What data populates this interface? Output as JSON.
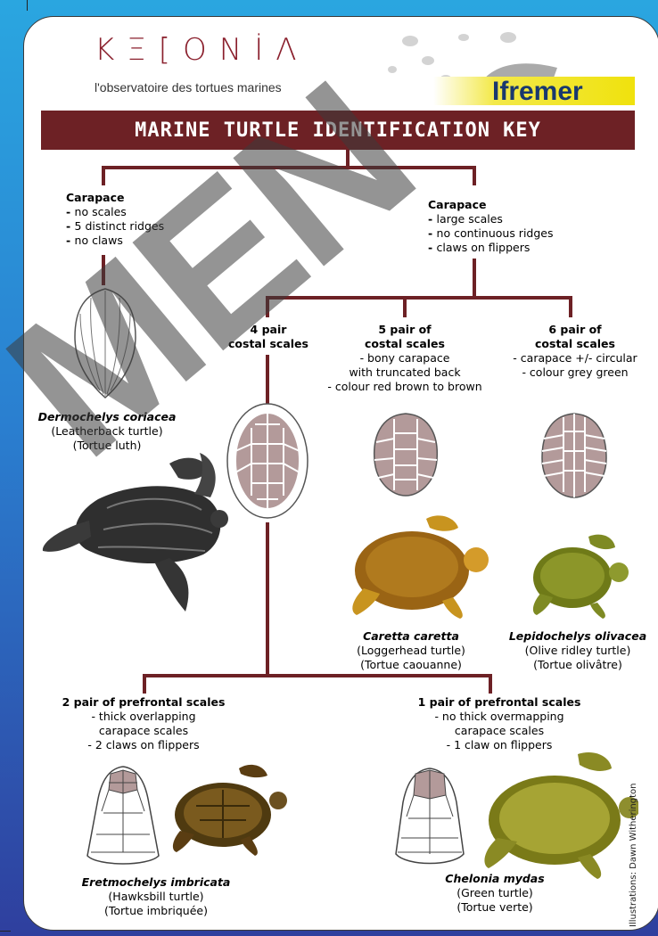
{
  "header": {
    "brand": "KΞ[ONİΛ",
    "brand_subtitle": "l'observatoire des tortues marines",
    "partner": "Ifremer",
    "title": "MARINE TURTLE IDENTIFICATION KEY"
  },
  "left_branch": {
    "heading": "Carapace",
    "items": [
      "no scales",
      "5 distinct ridges",
      "no claws"
    ],
    "species": "Dermochelys coriacea",
    "common_en": "(Leatherback turtle)",
    "common_fr": "(Tortue luth)"
  },
  "right_branch": {
    "heading": "Carapace",
    "items": [
      "large scales",
      "no continuous ridges",
      "claws on flippers"
    ]
  },
  "costal": {
    "four": {
      "title_line1": "4 pair",
      "title_line2": "costal scales"
    },
    "five": {
      "title_line1": "5 pair of",
      "title_line2": "costal scales",
      "desc1": "- bony carapace",
      "desc2": "with truncated back",
      "desc3": "- colour red brown to brown",
      "species": "Caretta caretta",
      "common_en": "(Loggerhead turtle)",
      "common_fr": "(Tortue caouanne)"
    },
    "six": {
      "title_line1": "6 pair of",
      "title_line2": "costal scales",
      "desc1": "- carapace +/- circular",
      "desc2": "- colour grey green",
      "species": "Lepidochelys olivacea",
      "common_en": "(Olive ridley turtle)",
      "common_fr": "(Tortue olivâtre)"
    }
  },
  "prefrontal": {
    "two": {
      "title": "2 pair of prefrontal scales",
      "desc1": "- thick overlapping",
      "desc2": "carapace scales",
      "desc3": "- 2 claws on flippers",
      "species": "Eretmochelys imbricata",
      "common_en": "(Hawksbill turtle)",
      "common_fr": "(Tortue imbriquée)"
    },
    "one": {
      "title": "1 pair of prefrontal scales",
      "desc1": "- no thick overmapping",
      "desc2": "carapace scales",
      "desc3": "- 1 claw on flippers",
      "species": "Chelonia mydas",
      "common_en": "(Green turtle)",
      "common_fr": "(Tortue verte)"
    }
  },
  "watermark": "MEN",
  "credit": "Illustrations: Dawn Witherington",
  "colors": {
    "title_bar": "#6d2125",
    "brand": "#8a1f2c",
    "scale_fill": "#b39a9a",
    "frame_top": "#2aa6e0",
    "frame_bottom": "#2f3f9e"
  }
}
